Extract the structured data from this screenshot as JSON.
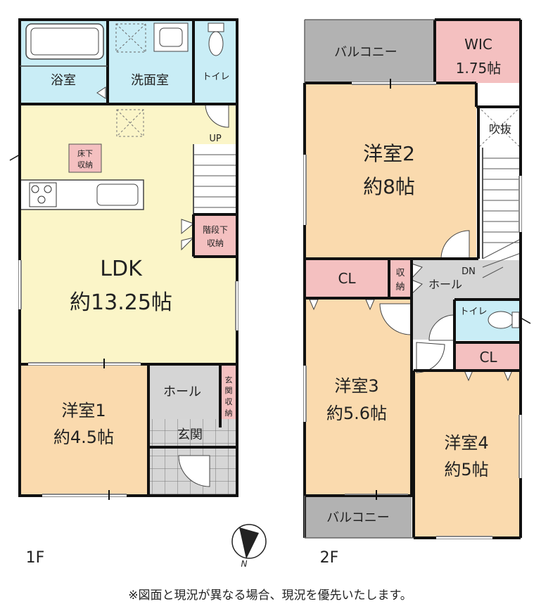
{
  "floor_1": {
    "label": "1F",
    "rooms": {
      "bath": "浴室",
      "washroom": "洗面室",
      "toilet": "トイレ",
      "underfloor_storage": [
        "床下",
        "収納"
      ],
      "stair_up": "UP",
      "stair_storage": [
        "階段下",
        "収納"
      ],
      "ldk_name": "LDK",
      "ldk_size": "約13.25帖",
      "room1_name": "洋室1",
      "room1_size": "約4.5帖",
      "hall": "ホール",
      "entrance_storage": [
        "玄",
        "関",
        "収",
        "納"
      ],
      "entrance": "玄関"
    }
  },
  "floor_2": {
    "label": "2F",
    "rooms": {
      "balcony_top": "バルコニー",
      "wic_name": "WIC",
      "wic_size": "1.75帖",
      "void": "吹抜",
      "room2_name": "洋室2",
      "room2_size": "約8帖",
      "cl_left": "CL",
      "storage": [
        "収",
        "納"
      ],
      "hall": "ホール",
      "stair_down": "DN",
      "toilet": "トイレ",
      "cl_right": "CL",
      "room3_name": "洋室3",
      "room3_size": "約5.6帖",
      "room4_name": "洋室4",
      "room4_size": "約5帖",
      "balcony_bottom": "バルコニー"
    }
  },
  "compass": {
    "north": "N"
  },
  "footnote": "※図面と現況が異なる場合、現況を優先いたします。",
  "colors": {
    "ldk": "#FBF5C8",
    "western_room": "#FADAAE",
    "wet_area": "#C9EDF6",
    "storage": "#F4C0C0",
    "hall": "#D5D5D5",
    "balcony": "#B2B2B2",
    "wall": "#111111"
  }
}
